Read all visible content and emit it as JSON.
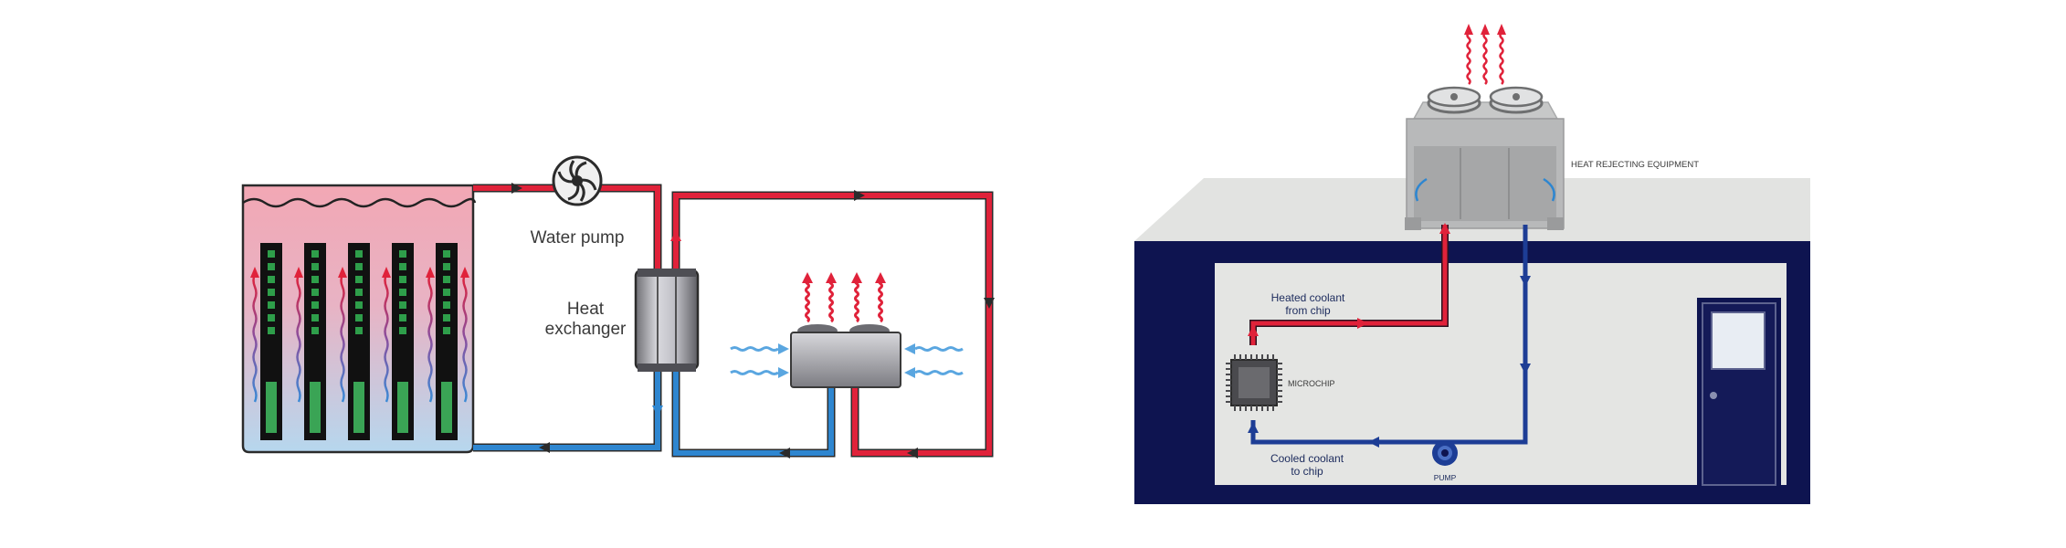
{
  "left_diagram": {
    "water_pump_label": "Water pump",
    "heat_exchanger_label_line1": "Heat",
    "heat_exchanger_label_line2": "exchanger"
  },
  "right_diagram": {
    "heat_rejecting_label": "HEAT REJECTING EQUIPMENT",
    "heated_coolant_line1": "Heated coolant",
    "heated_coolant_line2": "from chip",
    "microchip_label": "MICROCHIP",
    "cooled_coolant_line1": "Cooled coolant",
    "cooled_coolant_line2": "to chip",
    "pump_label": "PUMP"
  },
  "colors": {
    "hot": "#e0223a",
    "cold": "#2e86d0",
    "navy": "#0e1450",
    "coolant_cold": "#1d3d95",
    "tank_top": "#f0a8b4",
    "tank_bottom": "#b9d8ee",
    "rack_led": "#2e9e4a"
  }
}
